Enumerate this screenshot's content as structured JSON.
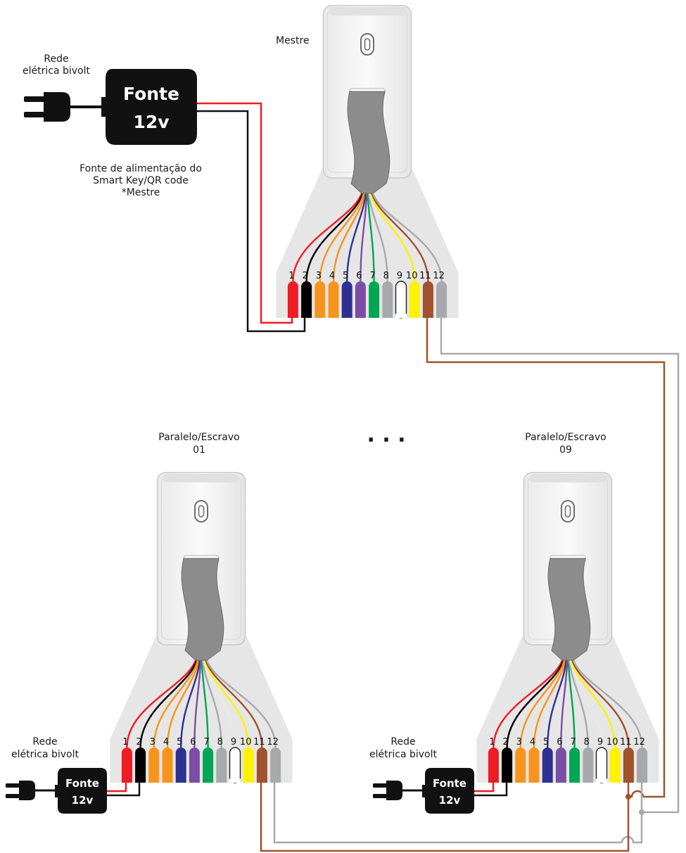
{
  "labels": {
    "mestre": "Mestre",
    "rede_top_1": "Rede",
    "rede_top_2": "elétrica bivolt",
    "fonte_caption_1": "Fonte de alimentação do",
    "fonte_caption_2": "Smart Key/QR code",
    "fonte_caption_3": "*Mestre",
    "escravo01_1": "Paralelo/Escravo",
    "escravo01_2": "01",
    "escravo09_1": "Paralelo/Escravo",
    "escravo09_2": "09",
    "rede_bl_1": "Rede",
    "rede_bl_2": "elétrica bivolt",
    "rede_br_1": "Rede",
    "rede_br_2": "elétrica bivolt",
    "ellipsis": ". . ."
  },
  "fonte": {
    "line1": "Fonte",
    "line2": "12v"
  },
  "pins": [
    {
      "num": "1",
      "color": "#ee1c24"
    },
    {
      "num": "2",
      "color": "#000000"
    },
    {
      "num": "3",
      "color": "#f7941d"
    },
    {
      "num": "4",
      "color": "#f7941d"
    },
    {
      "num": "5",
      "color": "#2e3192"
    },
    {
      "num": "6",
      "color": "#7b4ea3"
    },
    {
      "num": "7",
      "color": "#00a651"
    },
    {
      "num": "8",
      "color": "#a7a9ac"
    },
    {
      "num": "9",
      "color": "#ffffff"
    },
    {
      "num": "10",
      "color": "#fff200"
    },
    {
      "num": "11",
      "color": "#a0522d"
    },
    {
      "num": "12",
      "color": "#a7a9ac"
    }
  ],
  "colors": {
    "red_wire": "#ee1c24",
    "black_wire": "#111111",
    "brown_wire": "#a0522d",
    "gray_wire": "#a7a9ac",
    "device_body": "#f2f2f2",
    "ribbon": "#8c8c8c",
    "fan": "#e6e6e6"
  }
}
